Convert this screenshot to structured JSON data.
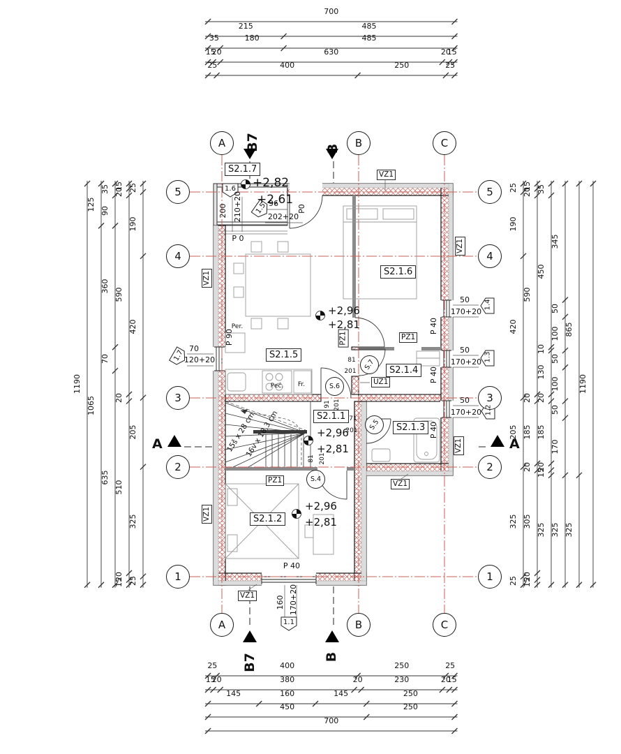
{
  "grid": {
    "columns": [
      "A",
      "B",
      "C"
    ],
    "rows": [
      "5",
      "4",
      "3",
      "2",
      "1"
    ]
  },
  "section_markers": {
    "b7": "B7",
    "b": "B",
    "a": "A"
  },
  "dim_blocks": {
    "top": [
      [
        "700"
      ],
      [
        "215",
        "485"
      ],
      [
        "35",
        "180",
        "485"
      ],
      [
        "15",
        "20",
        "630",
        "20",
        "15"
      ],
      [
        "25",
        "400",
        "250",
        "25"
      ]
    ],
    "bottom": [
      [
        "25",
        "400",
        "250",
        "25"
      ],
      [
        "15",
        "20",
        "380",
        "20",
        "230",
        "20",
        "15"
      ],
      [
        "145",
        "160",
        "145",
        "250"
      ],
      [
        "450",
        "250"
      ],
      [
        "700"
      ]
    ],
    "left": [
      [
        "1190"
      ],
      [
        "125",
        "1065"
      ],
      [
        "35",
        "90",
        "360",
        "70",
        "635"
      ],
      [
        "15",
        "20",
        "590",
        "20",
        "510",
        "20",
        "15"
      ],
      [
        "25",
        "190",
        "420",
        "205",
        "325",
        "25"
      ]
    ],
    "right": [
      [
        "25",
        "190",
        "420",
        "205",
        "325",
        "25"
      ],
      [
        "15",
        "20",
        "590",
        "20",
        "185",
        "20",
        "305",
        "20",
        "15"
      ],
      [
        "35",
        "450",
        "10",
        "130",
        "20",
        "185",
        "20",
        "15",
        "325"
      ],
      [
        "345",
        "50",
        "100",
        "50",
        "100",
        "50",
        "170",
        "325"
      ],
      [
        "865",
        "325"
      ],
      [
        "1190"
      ]
    ]
  },
  "rooms": {
    "s217": "S2.1.7",
    "s216": "S2.1.6",
    "s215": "S2.1.5",
    "s214": "S2.1.4",
    "s213": "S2.1.3",
    "s212": "S2.1.2",
    "s211": "S2.1.1"
  },
  "levels": {
    "porch_upper": "+2,82",
    "porch_lower": "+2,61",
    "upper": "+2,96",
    "lower": "+2,81"
  },
  "wall_tags": {
    "exterior": "VZ1",
    "interior": "UZ1",
    "partition": "PZ1"
  },
  "door_tags": {
    "s4": "S.4",
    "s5": "S.5",
    "s6": "S.6",
    "s7": "S.7"
  },
  "window_tags": {
    "t11": "1.1",
    "t12": "1.2",
    "t13": "1.3",
    "t14": "1.4",
    "t15": "1.5",
    "t16": "1.6",
    "t17": "1.7"
  },
  "window_dims": {
    "w50": "50",
    "h170": "170+20",
    "w70": "70",
    "h120": "120+20",
    "w160": "160",
    "w200": "200",
    "h210": "210+20",
    "w96": "96",
    "h202": "202+20"
  },
  "door_dims": {
    "d81": "81",
    "d91": "91",
    "d71": "71",
    "h201": "201"
  },
  "parapets": {
    "p0": "P0",
    "p0s": "P 0",
    "p40": "P 40",
    "p90": "P 90"
  },
  "stairs": {
    "run": "15š x 28 cm",
    "rise": "16v x 18,3 cm"
  },
  "kitchen": {
    "stove": "Peć.",
    "fridge": "Fr.",
    "washer": "Per."
  },
  "colors": {
    "axis_red": "#cf5f55",
    "hatch_red": "#c4807a"
  }
}
